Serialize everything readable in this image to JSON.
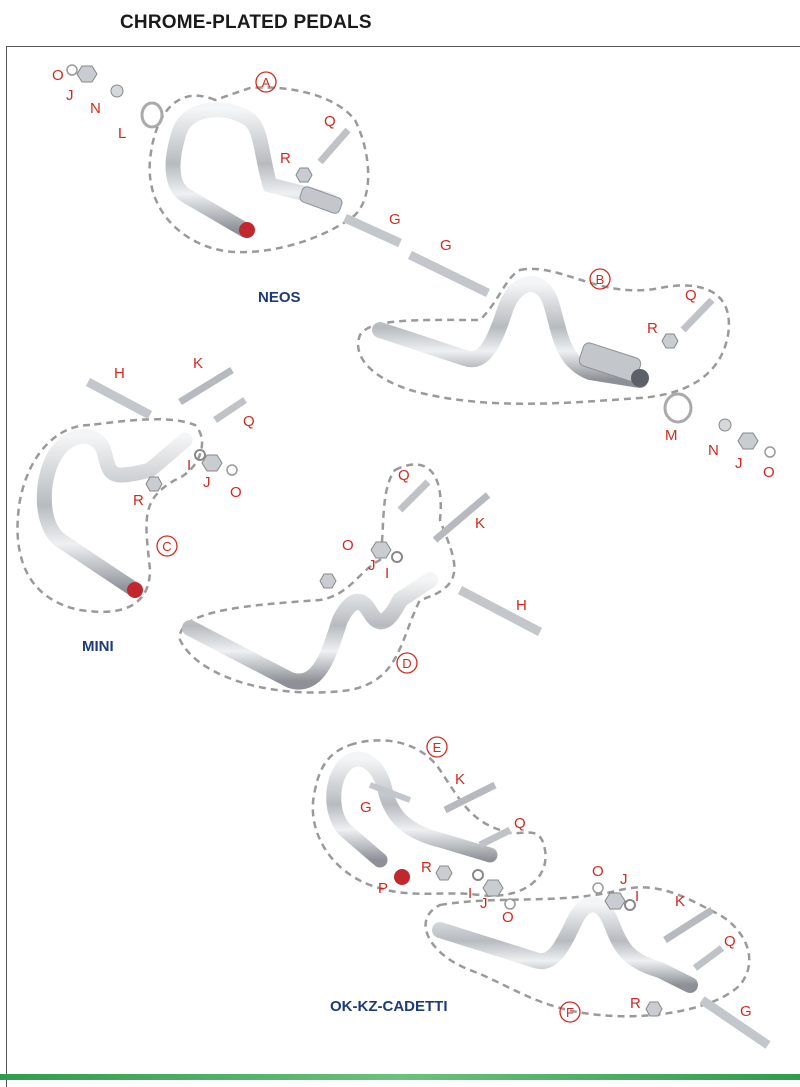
{
  "title": "CHROME-PLATED PEDALS",
  "groups": {
    "neos": "NEOS",
    "mini": "MINI",
    "okkz": "OK-KZ-CADETTI"
  },
  "assemblies": {
    "a": "A",
    "b": "B",
    "c": "C",
    "d": "D",
    "e": "E",
    "f": "F"
  },
  "parts": {
    "neos_a": [
      "O",
      "J",
      "N",
      "L",
      "Q",
      "R",
      "G"
    ],
    "neos_b": [
      "G",
      "Q",
      "R",
      "M",
      "N",
      "J",
      "O"
    ],
    "mini_c": [
      "H",
      "K",
      "Q",
      "I",
      "J",
      "O",
      "R"
    ],
    "mini_d": [
      "Q",
      "K",
      "O",
      "J",
      "I",
      "H"
    ],
    "ok_e": [
      "K",
      "G",
      "Q",
      "R",
      "P",
      "I",
      "J",
      "O"
    ],
    "ok_f": [
      "O",
      "J",
      "I",
      "K",
      "Q",
      "R",
      "G"
    ]
  },
  "colors": {
    "label": "#d22a1e",
    "group": "#1d3b7a",
    "dash": "#9a9a9a",
    "chrome": "#c9ccd0",
    "cap": "#c1272d"
  }
}
